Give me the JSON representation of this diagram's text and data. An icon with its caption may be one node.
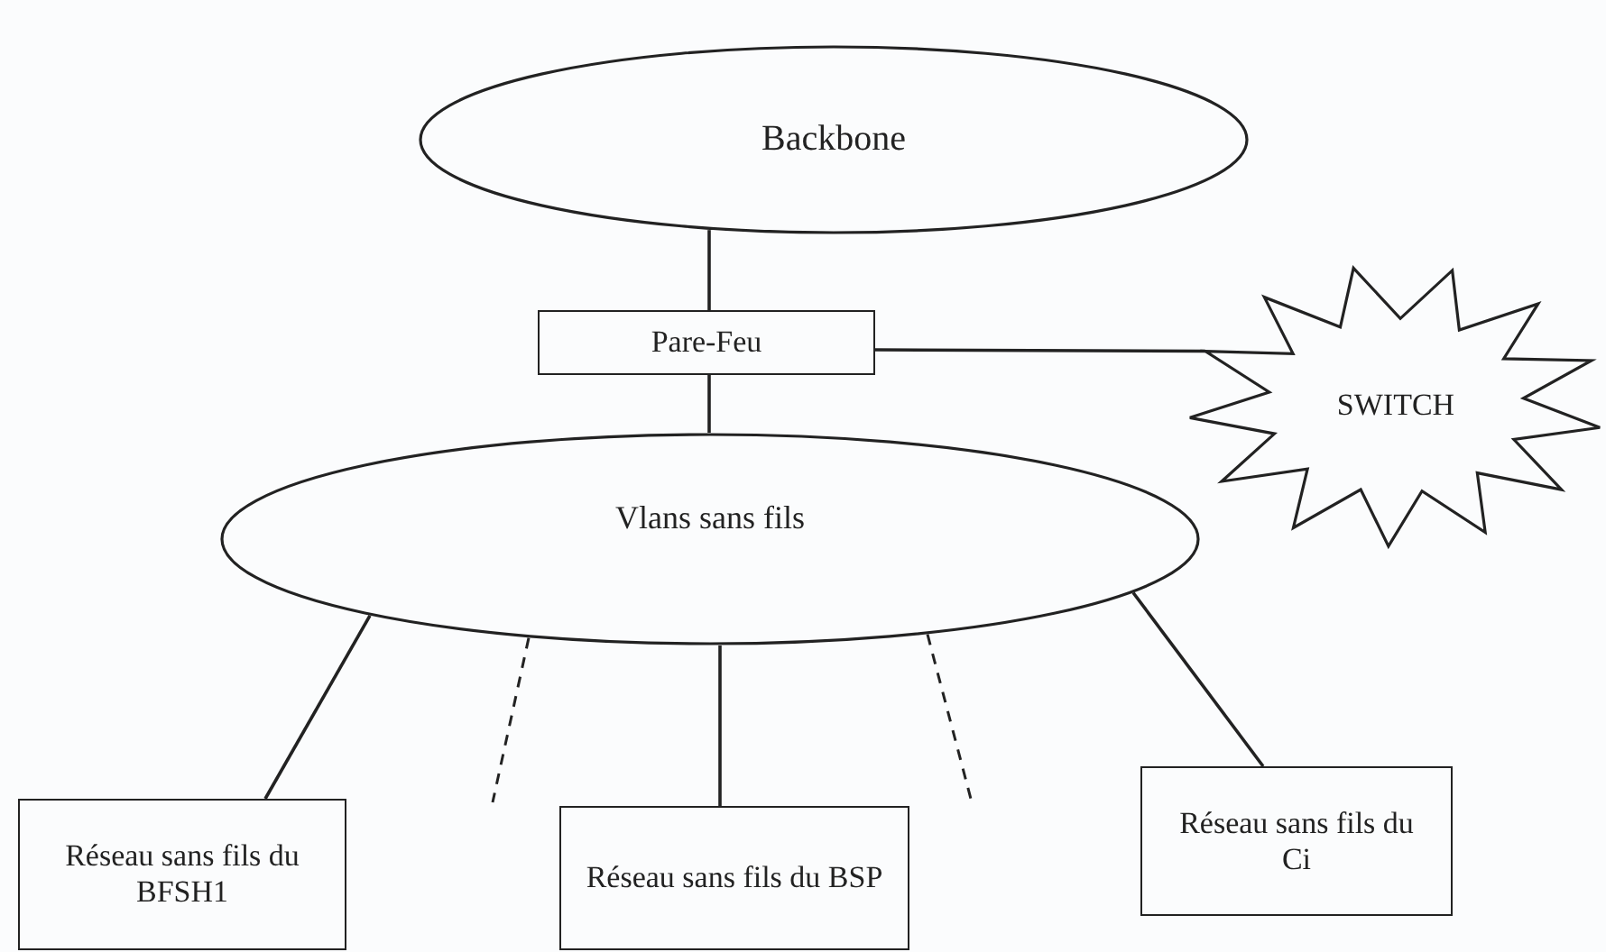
{
  "diagram": {
    "nodes": [
      {
        "text": [
          "Backbone"
        ]
      },
      {
        "text": [
          "Pare-Feu"
        ]
      },
      {
        "text": [
          "SWITCH"
        ]
      },
      {
        "text": [
          "Vlans sans fils"
        ]
      },
      {
        "text": [
          "Réseau sans fils du BFSH1"
        ]
      },
      {
        "text": [
          "Réseau sans fils du BSP"
        ]
      },
      {
        "text": [
          "Réseau sans fils du Ci"
        ]
      }
    ],
    "edges": [
      {
        "from": 0,
        "to": 1,
        "arrow": "none"
      },
      {
        "from": 1,
        "to": 2,
        "arrow": "none"
      },
      {
        "from": 1,
        "to": 3,
        "arrow": "none"
      },
      {
        "from": 3,
        "to": 4,
        "arrow": "none"
      },
      {
        "from": 3,
        "to": 5,
        "arrow": "none"
      },
      {
        "from": 3,
        "to": 6,
        "arrow": "none"
      },
      {
        "from": 3,
        "to": null,
        "arrow": "none",
        "style": "dashed"
      },
      {
        "from": 3,
        "to": null,
        "arrow": "none",
        "style": "dashed"
      }
    ]
  }
}
